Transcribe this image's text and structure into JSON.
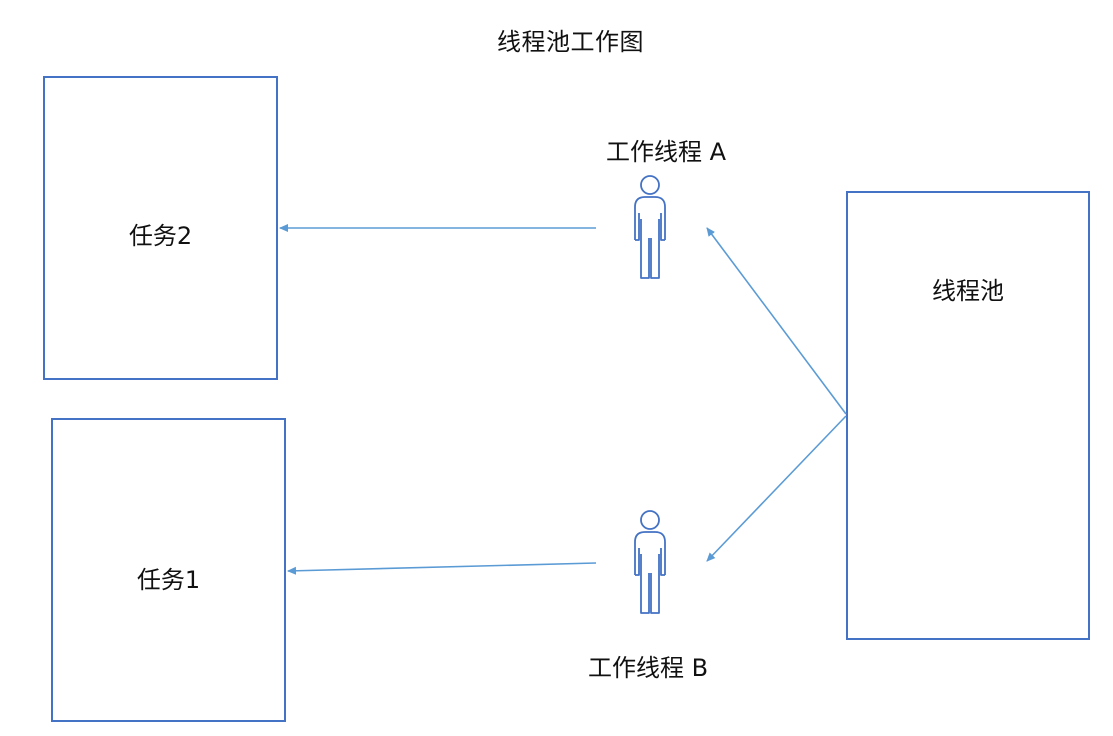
{
  "diagram": {
    "title": "线程池工作图",
    "nodes": {
      "task2": "任务2",
      "task1": "任务1",
      "thread_pool": "线程池",
      "worker_a": "工作线程 A",
      "worker_b": "工作线程  B"
    },
    "edges": [
      {
        "from": "thread_pool",
        "to": "worker_a"
      },
      {
        "from": "thread_pool",
        "to": "worker_b"
      },
      {
        "from": "worker_a",
        "to": "task2"
      },
      {
        "from": "worker_b",
        "to": "task1"
      }
    ],
    "colors": {
      "box_border": "#4472c4",
      "arrow": "#5b9bd5",
      "person_icon": "#4472c4"
    }
  }
}
